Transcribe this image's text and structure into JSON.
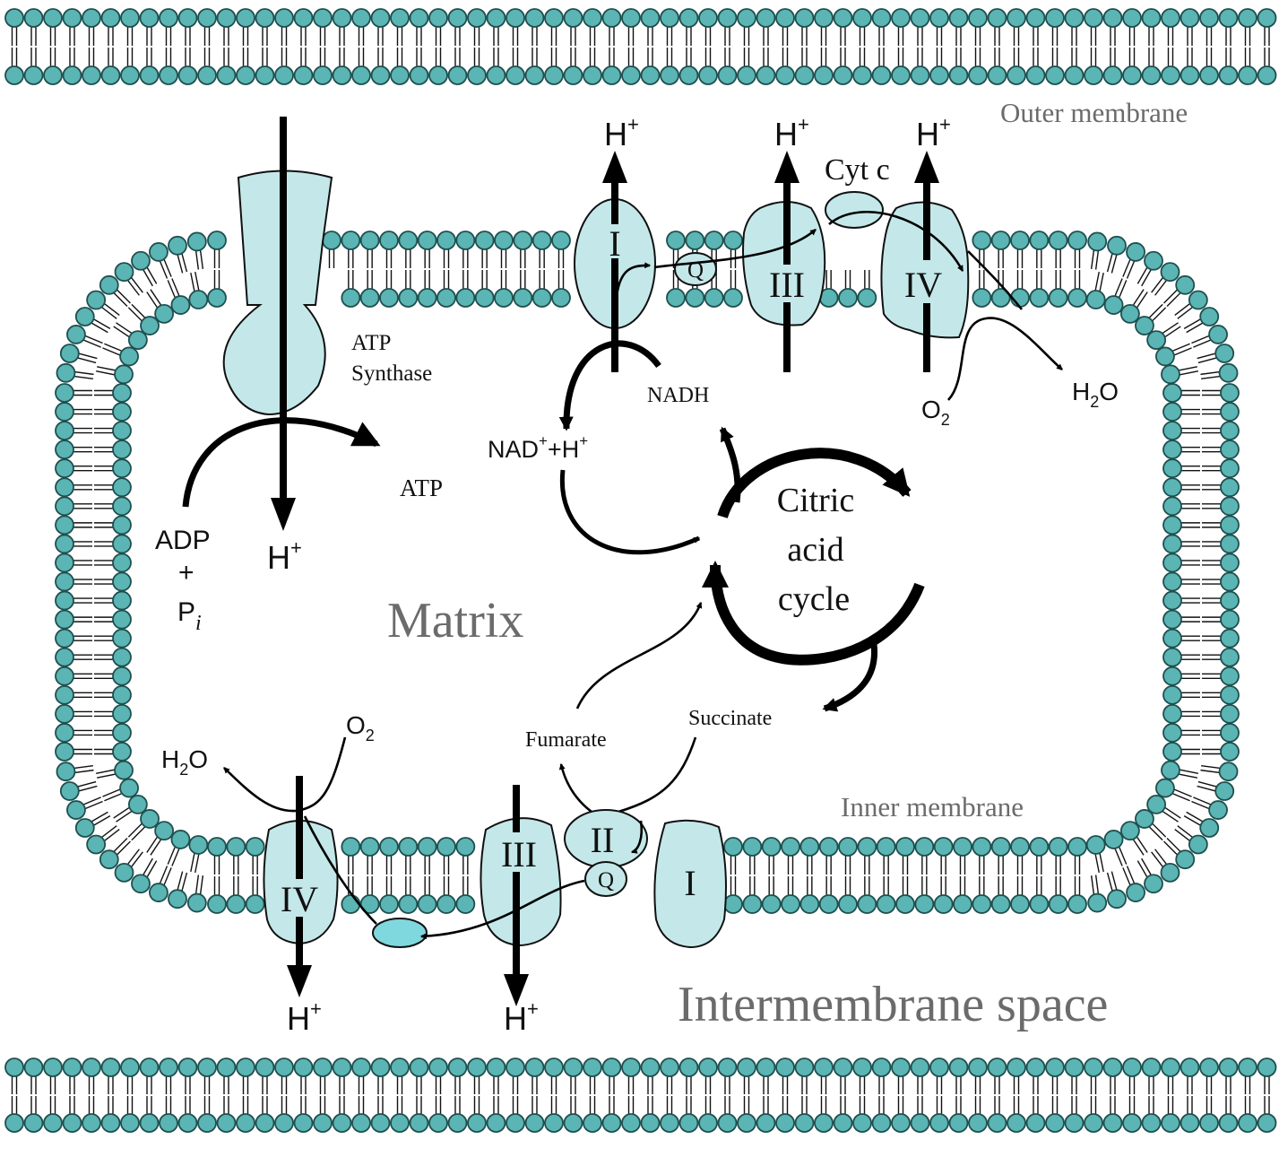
{
  "colors": {
    "lipid_head": "#5ab5b4",
    "lipid_head_stroke": "#1f4f4e",
    "protein_fill": "#c4e8e9",
    "cyt_c_lower_fill": "#7fd8de",
    "label_grey": "#6b6b6b"
  },
  "compartments": {
    "outer_membrane": "Outer membrane",
    "inner_membrane": "Inner membrane",
    "matrix": "Matrix",
    "intermembrane_space": "Intermembrane space"
  },
  "complexes": {
    "complex_i": "I",
    "complex_ii": "II",
    "complex_iii": "III",
    "complex_iv": "IV",
    "ubiquinone": "Q",
    "cytochrome_c": "Cyt c",
    "atp_synthase": [
      "ATP",
      "Synthase"
    ]
  },
  "molecules": {
    "proton": "H",
    "proton_charge": "+",
    "atp": "ATP",
    "adp": "ADP",
    "plus": "+",
    "phosphate": "P",
    "phosphate_sub": "i",
    "nadh": "NADH",
    "nad": "NAD",
    "nad_charge": "+",
    "nad_plus_h": "+H",
    "h2o_h": "H",
    "h2o_2": "2",
    "h2o_o": "O",
    "o2_o": "O",
    "o2_2": "2",
    "fumarate": "Fumarate",
    "succinate": "Succinate"
  },
  "cycle": {
    "line1": "Citric",
    "line2": "acid",
    "line3": "cycle"
  }
}
